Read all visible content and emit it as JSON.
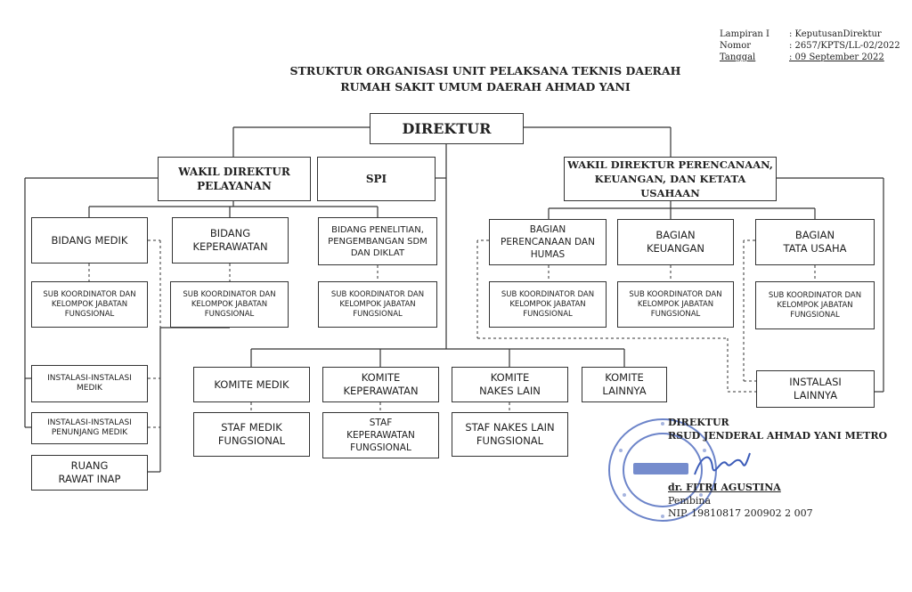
{
  "meta": {
    "lampiran_label": "Lampiran I",
    "lampiran_value": ": KeputusanDirektur",
    "nomor_label": "Nomor",
    "nomor_value": ": 2657/KPTS/LL-02/2022",
    "tanggal_label": "Tanggal",
    "tanggal_value": ": 09 September 2022"
  },
  "title": {
    "line1": "STRUKTUR ORGANISASI UNIT PELAKSANA TEKNIS DAERAH",
    "line2": "RUMAH SAKIT UMUM DAERAH AHMAD YANI"
  },
  "org": {
    "direktur": "DIREKTUR",
    "wadir_pelayanan": "WAKIL DIREKTUR\nPELAYANAN",
    "spi": "SPI",
    "wadir_perencanaan": "WAKIL DIREKTUR PERENCANAAN,\nKEUANGAN, DAN KETATA USAHAAN",
    "bidang_medik": "BIDANG MEDIK",
    "bidang_keperawatan": "BIDANG\nKEPERAWATAN",
    "bidang_penelitian": "BIDANG PENELITIAN,\nPENGEMBANGAN SDM\nDAN DIKLAT",
    "bagian_perencanaan": "BAGIAN\nPERENCANAAN DAN\nHUMAS",
    "bagian_keuangan": "BAGIAN\nKEUANGAN",
    "bagian_tata_usaha": "BAGIAN\nTATA USAHA",
    "sub_koordinator": "SUB KOORDINATOR DAN\nKELOMPOK JABATAN\nFUNGSIONAL",
    "instalasi_medik": "INSTALASI-INSTALASI\nMEDIK",
    "instalasi_penunjang": "INSTALASI-INSTALASI\nPENUNJANG MEDIK",
    "ruang_rawat_inap": "RUANG\nRAWAT INAP",
    "komite_medik": "KOMITE MEDIK",
    "komite_keperawatan": "KOMITE\nKEPERAWATAN",
    "komite_nakes": "KOMITE\nNAKES LAIN",
    "komite_lainnya": "KOMITE\nLAINNYA",
    "staf_medik": "STAF MEDIK\nFUNGSIONAL",
    "staf_keperawatan": "STAF\nKEPERAWATAN\nFUNGSIONAL",
    "staf_nakes": "STAF NAKES LAIN\nFUNGSIONAL",
    "instalasi_lainnya": "INSTALASI\nLAINNYA"
  },
  "signature": {
    "role": "DIREKTUR",
    "org": "RSUD JENDERAL AHMAD YANI METRO",
    "name": "dr. FITRI AGUSTINA",
    "rank": "Pembina",
    "nip": "NIP. 19810817 200902 2 007"
  },
  "colors": {
    "stamp": "#3b5bb8",
    "line": "#333333"
  }
}
